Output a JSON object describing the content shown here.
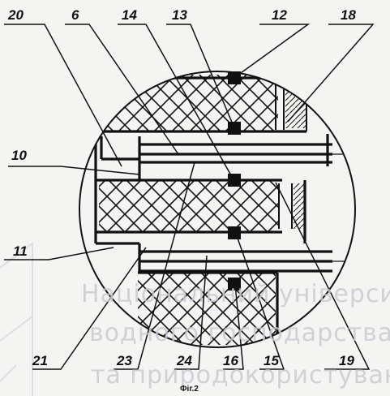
{
  "figure": {
    "caption": "Фіг.2",
    "labels": {
      "l20": "20",
      "l6": "6",
      "l14": "14",
      "l13": "13",
      "l12": "12",
      "l18": "18",
      "l10": "10",
      "l11": "11",
      "l21": "21",
      "l23": "23",
      "l24": "24",
      "l16": "16",
      "l15": "15",
      "l19": "19"
    },
    "watermark": {
      "line1": "Національний університет",
      "line2": "водного господарства",
      "line3": "та природокористування"
    }
  }
}
